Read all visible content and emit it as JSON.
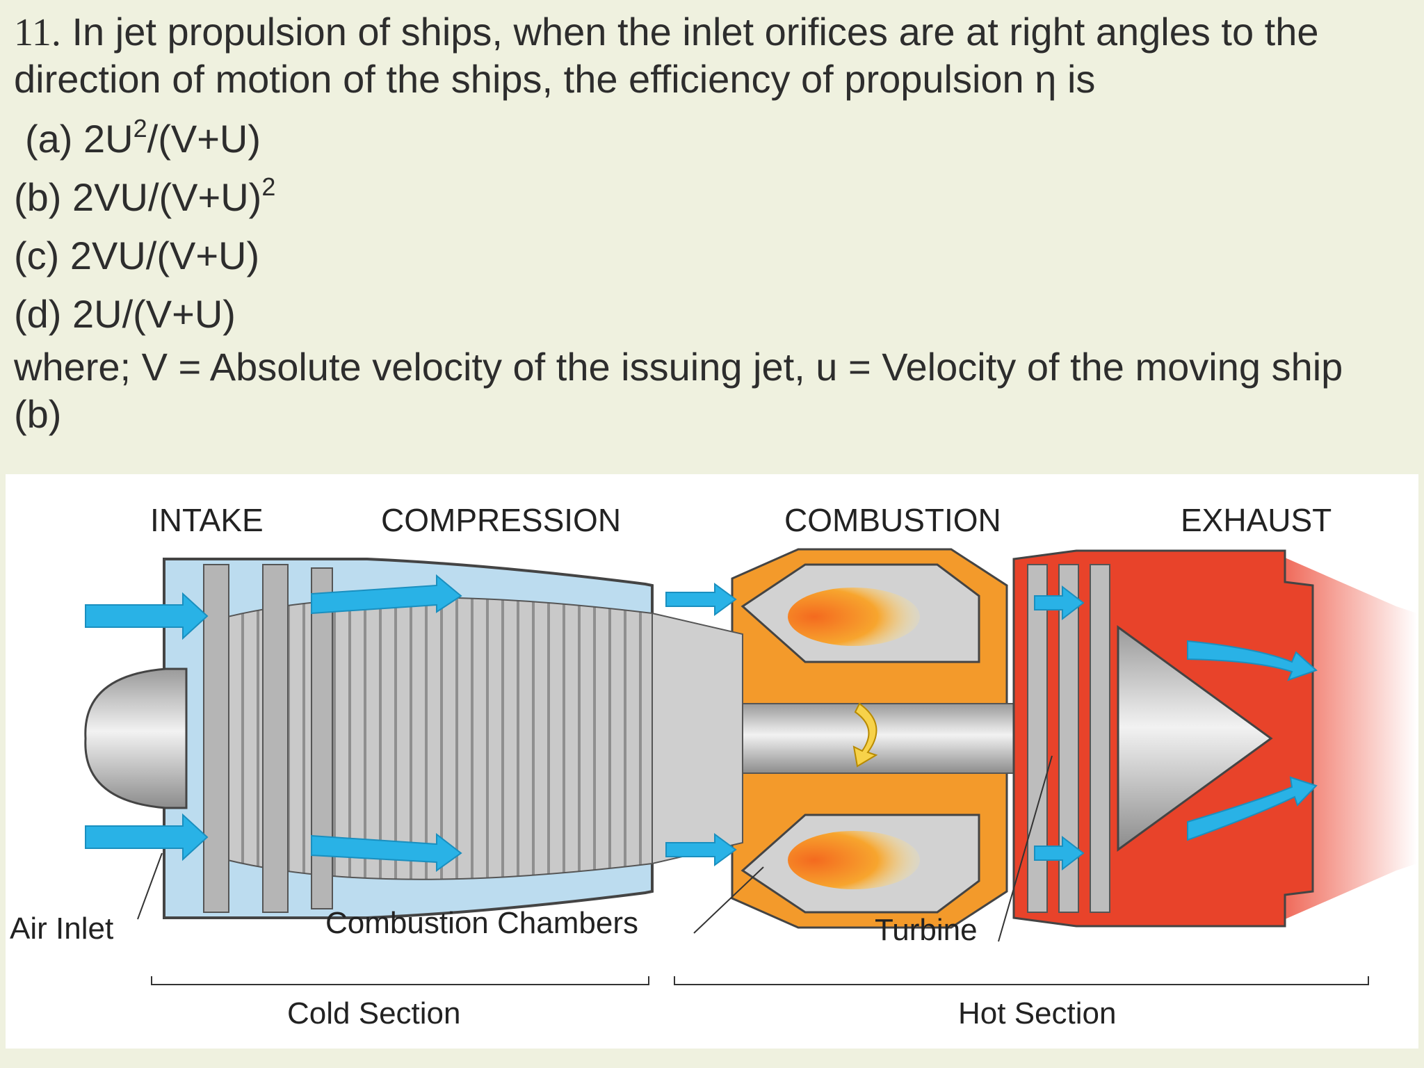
{
  "question": {
    "number": "11.",
    "line1": "In jet propulsion of ships, when the inlet orifices are at right angles to the",
    "line2": "direction of motion of the ships, the efficiency of propulsion η is",
    "options": [
      {
        "label": "(a)",
        "text": "2U",
        "sup": "2",
        "after": "/(V+U)"
      },
      {
        "label": "(b)",
        "text": "2VU/(V+U)",
        "sup": "2",
        "after": ""
      },
      {
        "label": "(c)",
        "text": "2VU/(V+U)",
        "sup": "",
        "after": ""
      },
      {
        "label": "(d)",
        "text": "2U/(V+U)",
        "sup": "",
        "after": ""
      }
    ],
    "where": "where; V = Absolute velocity of the issuing jet, u = Velocity of the moving ship",
    "answer": "(b)"
  },
  "diagram": {
    "stages": {
      "intake": "INTAKE",
      "compression": "COMPRESSION",
      "combustion": "COMBUSTION",
      "exhaust": "EXHAUST"
    },
    "callouts": {
      "air_inlet": "Air Inlet",
      "combustion_chambers": "Combustion Chambers",
      "turbine": "Turbine"
    },
    "sections": {
      "cold": "Cold Section",
      "hot": "Hot Section"
    },
    "colors": {
      "cold_blue": "#bcdcef",
      "air_arrow": "#29b2e6",
      "hot_red": "#e8432a",
      "orange": "#f39a2b",
      "flame_yellow": "#f7d24a",
      "metal_gray": "#b8b8b8"
    }
  }
}
